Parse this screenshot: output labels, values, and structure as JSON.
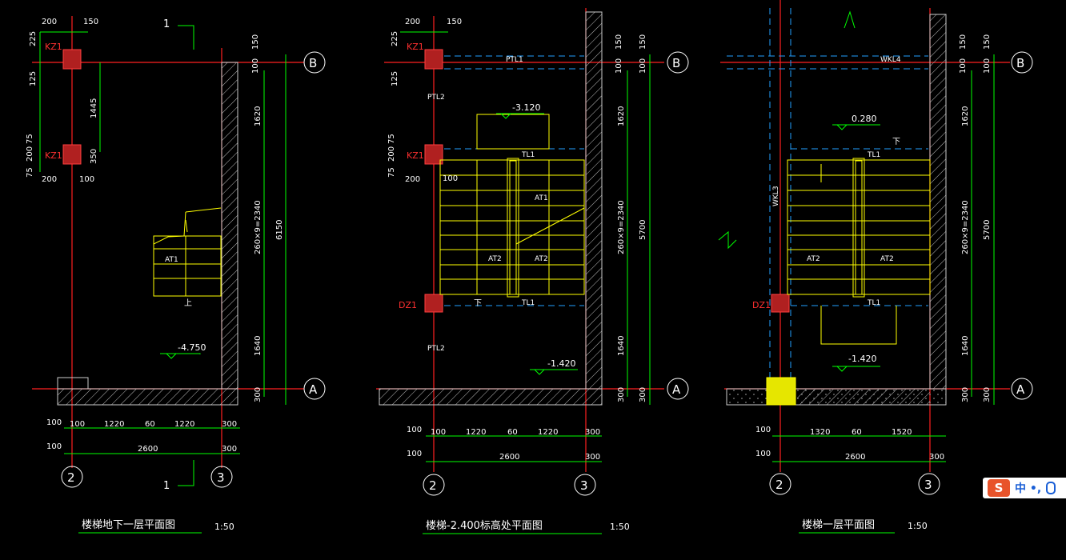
{
  "drawing": {
    "left": {
      "title": "楼梯地下一层平面图",
      "scale": "1:50",
      "section_mark": "1",
      "grid_b": "B",
      "grid_a": "A",
      "grid_2": "2",
      "grid_3": "3",
      "column_kz1": "KZ1",
      "flight": "AT1",
      "up": "上",
      "elevation": "-4.750",
      "dims_top": [
        "200",
        "150"
      ],
      "dims_left": [
        "225",
        "125",
        "75",
        "200",
        "75"
      ],
      "dims_mid": [
        "1445",
        "350",
        "200",
        "100"
      ],
      "dims_right_inner": [
        "150",
        "100",
        "1620",
        "260×9=2340",
        "1640",
        "300"
      ],
      "dims_right_total": "6150",
      "dims_bottom_row1": [
        "100",
        "100",
        "1220",
        "60",
        "1220",
        "300"
      ],
      "dims_bottom_row2": [
        "100",
        "2600",
        "300"
      ]
    },
    "middle": {
      "title": "楼梯-2.400标高处平面图",
      "scale": "1:50",
      "grid_b": "B",
      "grid_a": "A",
      "grid_2": "2",
      "grid_3": "3",
      "column_kz1": "KZ1",
      "column_dz1": "DZ1",
      "ptl1": "PTL1",
      "ptl2": "PTL2",
      "tl1": "TL1",
      "flights": [
        "AT1",
        "AT2",
        "AT2"
      ],
      "down": "下",
      "elevation_top": "-3.120",
      "elevation_bottom": "-1.420",
      "dims_top": [
        "200",
        "150"
      ],
      "dims_left": [
        "225",
        "125",
        "75",
        "200",
        "75"
      ],
      "dims_mid": [
        "200",
        "100"
      ],
      "dims_right_inner": [
        "150",
        "100",
        "1620",
        "260×9=2340",
        "1640",
        "300"
      ],
      "dims_right_outer": [
        "150",
        "100",
        "5700",
        "300"
      ],
      "dims_bottom_row1": [
        "100",
        "100",
        "1220",
        "60",
        "1220",
        "300"
      ],
      "dims_bottom_row2": [
        "100",
        "2600",
        "300"
      ]
    },
    "right": {
      "title": "楼梯一层平面图",
      "scale": "1:50",
      "grid_b": "B",
      "grid_a": "A",
      "grid_2": "2",
      "grid_3": "3",
      "column_dz1": "DZ1",
      "wkl4": "WKL4",
      "wkl3": "WKL3",
      "tl1": "TL1",
      "flights": [
        "AT2",
        "AT2"
      ],
      "down": "下",
      "elevation_top": "0.280",
      "elevation_bottom": "-1.420",
      "dims_right_inner": [
        "150",
        "100",
        "1620",
        "260×9=2340",
        "1640",
        "300"
      ],
      "dims_right_outer": [
        "150",
        "100",
        "5700",
        "300"
      ],
      "dims_bottom_row1": [
        "100",
        "1320",
        "60",
        "1520"
      ],
      "dims_bottom_row2": [
        "100",
        "2600",
        "300"
      ]
    },
    "colors": {
      "background": "#000000",
      "grid_line": "#ff2020",
      "dimension": "#00ff00",
      "stair": "#ffff00",
      "wall": "#c8c8c8",
      "text": "#ffffff",
      "beam_dash": "#22a0ff"
    }
  },
  "ime": {
    "logo": "S",
    "status": "中 •, ",
    "icons": [
      "sogou-logo-icon",
      "microphone-icon"
    ]
  }
}
